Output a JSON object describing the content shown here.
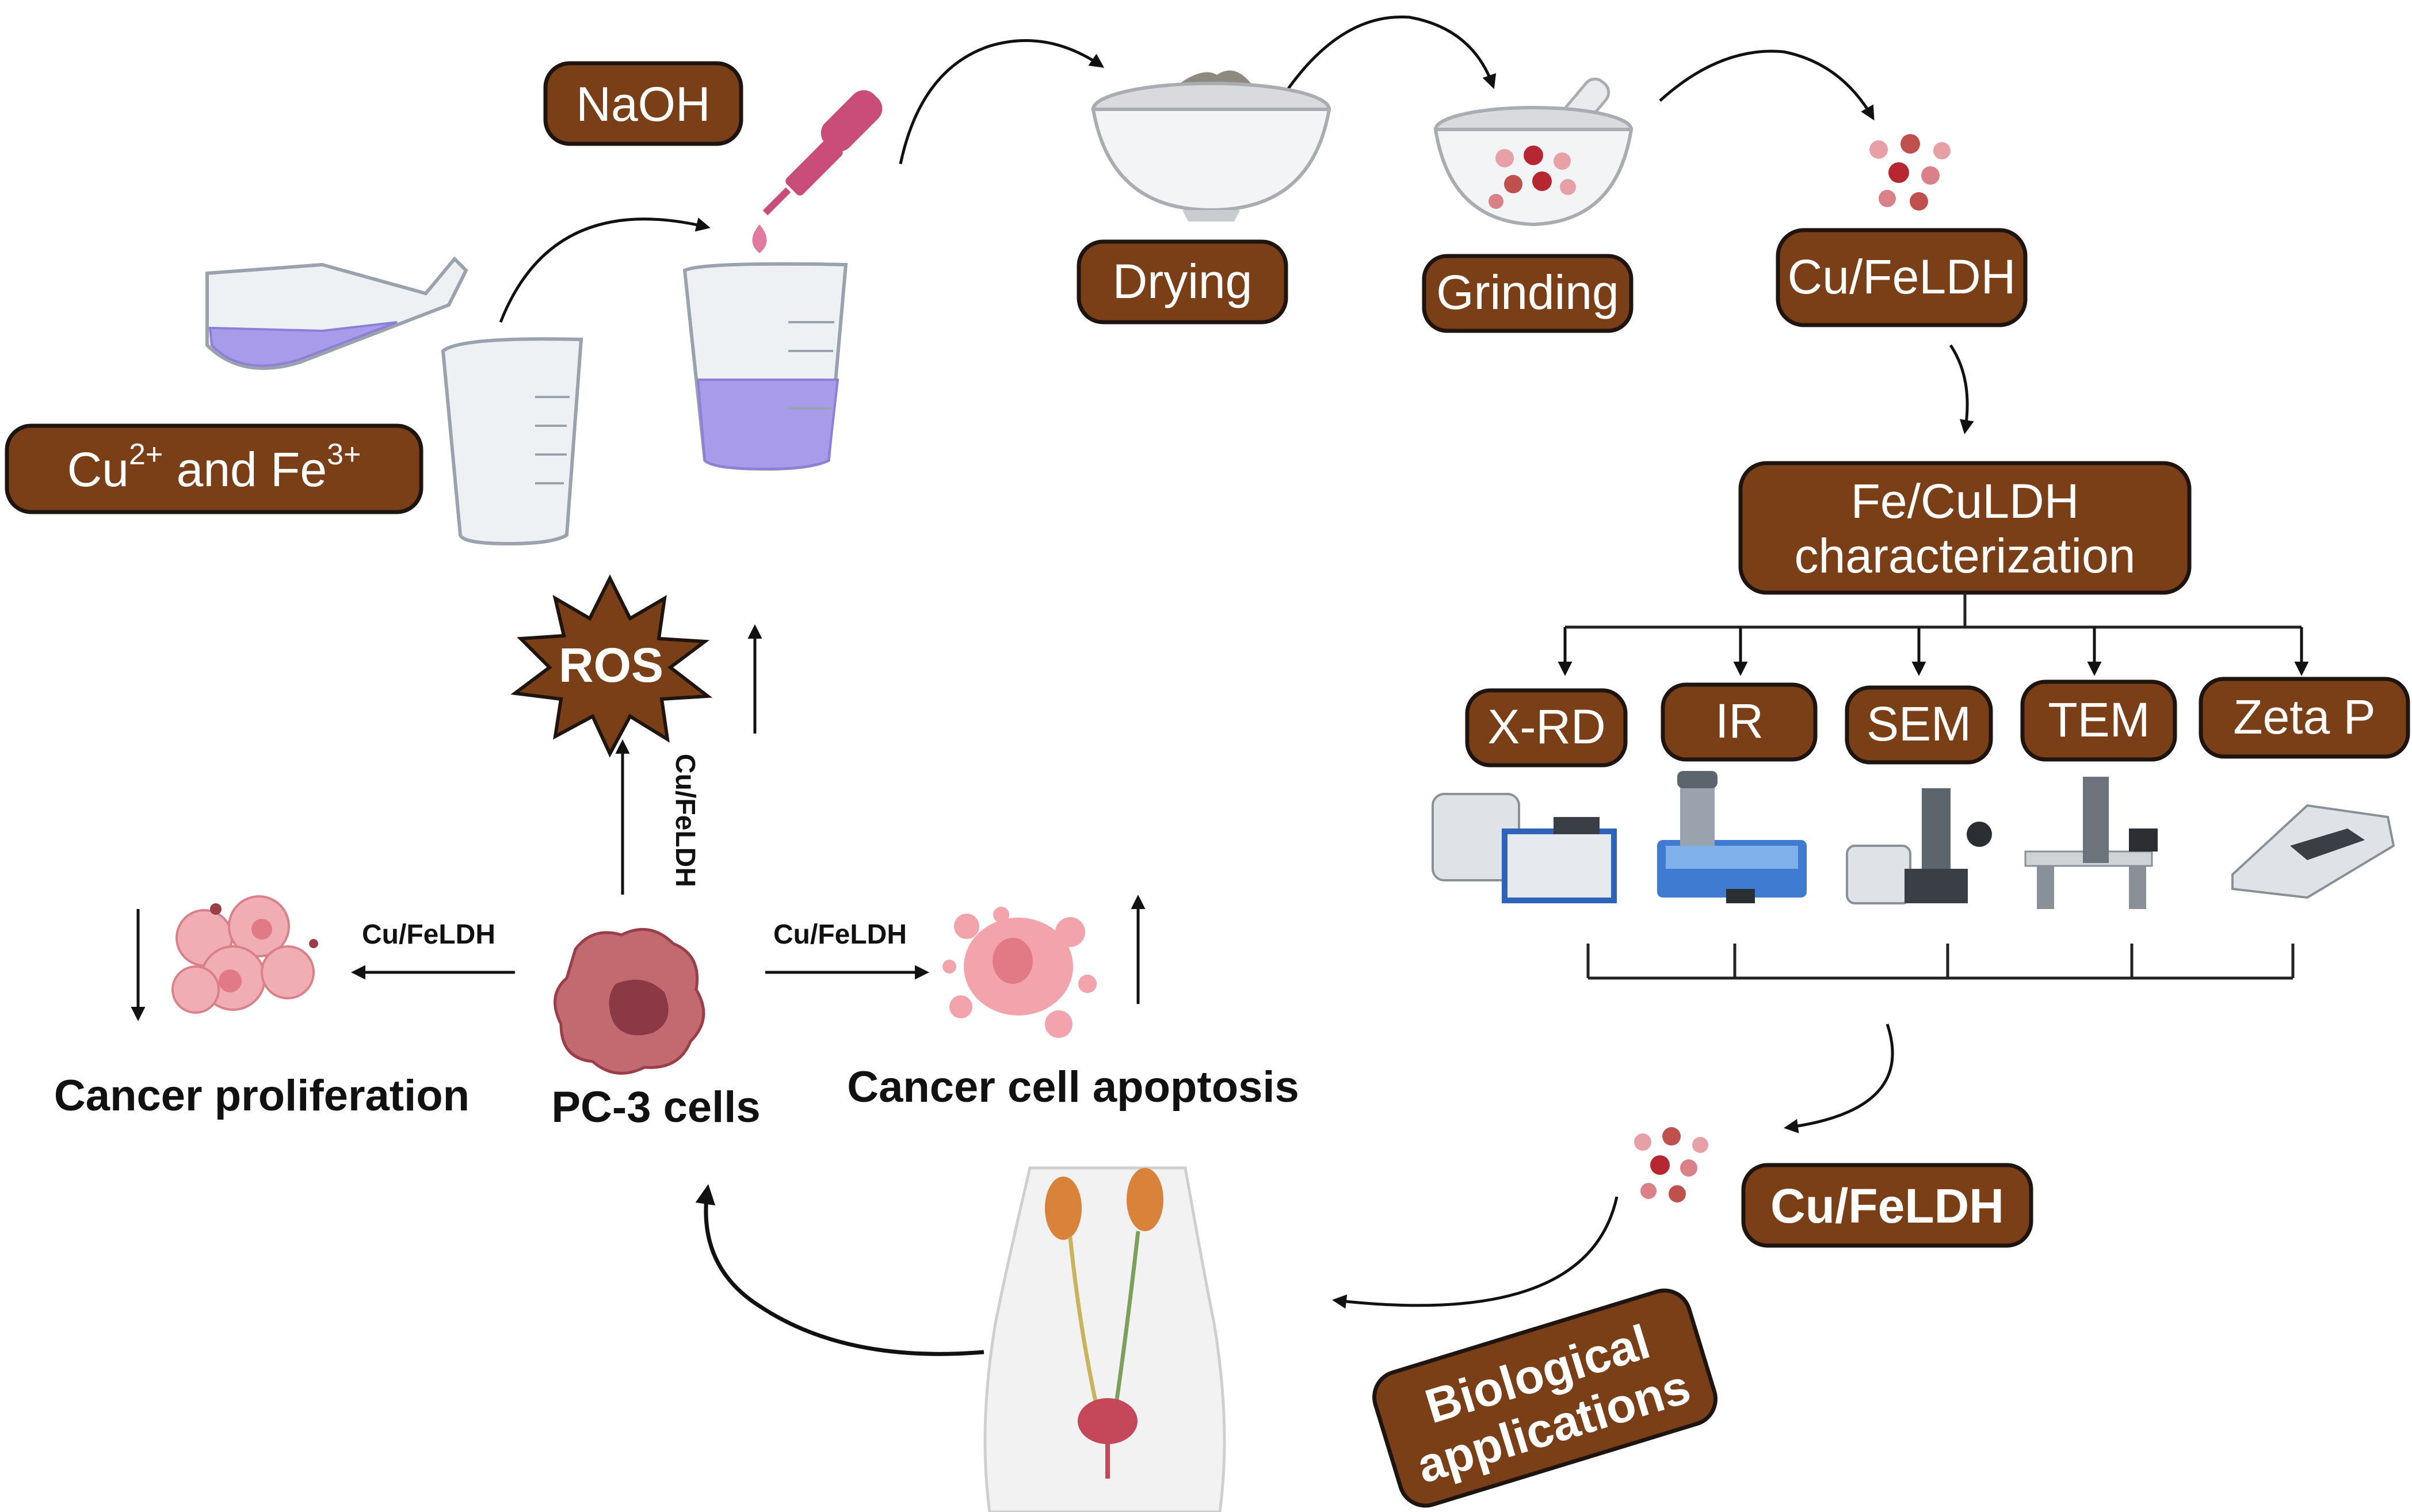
{
  "process": {
    "naoh": "NaOH",
    "precursors": "Cu2+ and Fe3+",
    "drying": "Drying",
    "grinding": "Grinding",
    "product": "Cu/FeLDH",
    "characterization_line1": "Fe/CuLDH",
    "characterization_line2": "characterization"
  },
  "techniques": [
    "X-RD",
    "IR",
    "SEM",
    "TEM",
    "Zeta P"
  ],
  "application": {
    "product": "Cu/FeLDH",
    "label_line1": "Biological",
    "label_line2": "applications"
  },
  "cell_effects": {
    "ros": "ROS",
    "agent_vertical": "Cu/FeLDH",
    "agent_left": "Cu/FeLDH",
    "agent_right": "Cu/FeLDH",
    "pc3": "PC-3 cells",
    "proliferation": "Cancer proliferation",
    "apoptosis": "Cancer cell apoptosis"
  },
  "colors": {
    "label_fill": "#7a3f17",
    "label_border": "#1e1410",
    "liquid": "#a79bea",
    "particle": "#c0504d"
  }
}
